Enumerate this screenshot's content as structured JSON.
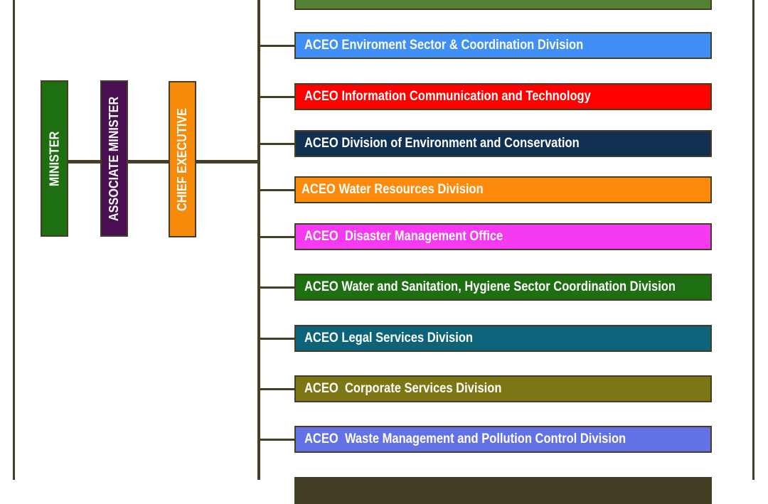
{
  "leadership": [
    {
      "label": "MINISTER",
      "color": "#1e6e12"
    },
    {
      "label": "ASSOCIATE MINISTER",
      "color": "#4a0f52"
    },
    {
      "label": "CHIEF EXECUTIVE",
      "color": "#f68a0a"
    }
  ],
  "divisions": [
    {
      "label": "",
      "color": "#548235"
    },
    {
      "label": "ACEO Enviroment Sector & Coordination Division",
      "color": "#3f8ff7"
    },
    {
      "label": "ACEO Information Communication and Technology",
      "color": "#fe0000"
    },
    {
      "label": "ACEO Division of Environment and Conservation",
      "color": "#0f3050"
    },
    {
      "label": "ACEO Water Resources Division",
      "color": "#fd8a0a"
    },
    {
      "label": "ACEO  Disaster Management Office",
      "color": "#f53af2"
    },
    {
      "label": "ACEO Water and Sanitation, Hygiene Sector Coordination Division",
      "color": "#1e6e12"
    },
    {
      "label": "ACEO Legal Services Division",
      "color": "#0d6379"
    },
    {
      "label": "ACEO  Corporate Services Division",
      "color": "#7c7714"
    },
    {
      "label": "ACEO  Waste Management and Pollution Control Division",
      "color": "#6371e6"
    },
    {
      "label": "",
      "color": "#433e24"
    }
  ],
  "line_color": "#433e24"
}
